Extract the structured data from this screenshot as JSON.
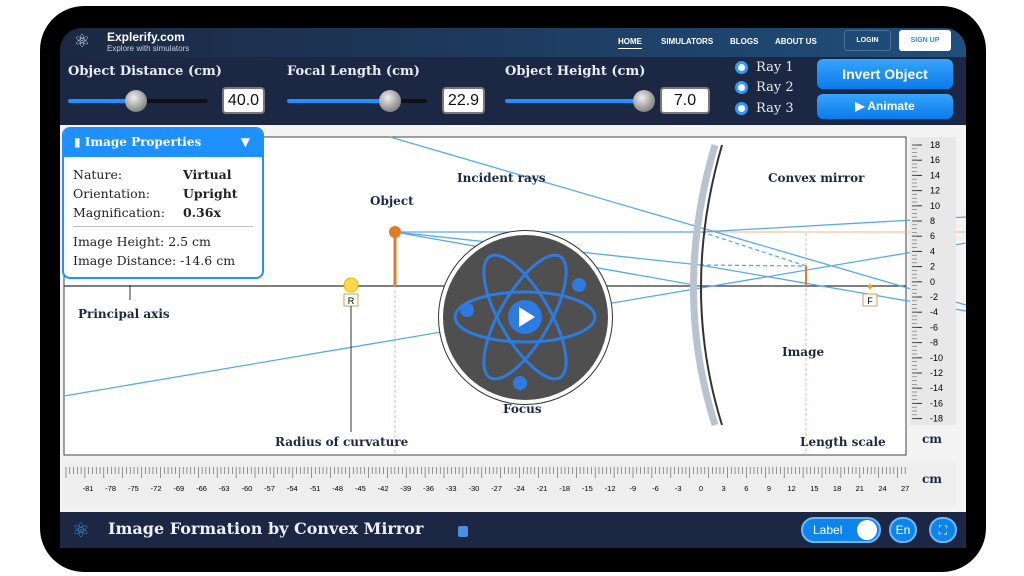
{
  "nav": {
    "brand": "Explerify.com",
    "tagline": "Explore with simulators",
    "links": [
      "HOME",
      "SIMULATORS",
      "BLOGS",
      "ABOUT US"
    ],
    "login": "LOGIN",
    "signup": "SIGN UP"
  },
  "controls": {
    "object_distance": {
      "label": "Object Distance (cm)",
      "value": "40.0",
      "fraction": 0.3
    },
    "focal_length": {
      "label": "Focal Length (cm)",
      "value": "22.9",
      "fraction": 0.7
    },
    "object_height": {
      "label": "Object Height (cm)",
      "value": "7.0",
      "fraction": 0.9
    },
    "rays": [
      "Ray 1",
      "Ray 2",
      "Ray 3"
    ],
    "invert_label": "Invert Object",
    "animate_label": "▶ Animate"
  },
  "panel": {
    "title": "Image Properties",
    "toggle": "▼",
    "rows": [
      {
        "k": "Nature:",
        "v": "Virtual"
      },
      {
        "k": "Orientation:",
        "v": "Upright"
      },
      {
        "k": "Magnification:",
        "v": "0.36x"
      }
    ],
    "height_label": "Image Height:",
    "height": "2.5 cm",
    "distance_label": "Image Distance:",
    "distance": "-14.6 cm"
  },
  "labels": {
    "object": "Object",
    "incident": "Incident rays",
    "mirror": "Convex mirror",
    "axis": "Principal axis",
    "image": "Image",
    "roc": "Radius of curvature",
    "focus": "Focus",
    "scale": "Length scale",
    "R": "R",
    "F": "F",
    "unit": "cm"
  },
  "vruler": [
    "18",
    "16",
    "14",
    "12",
    "10",
    "8",
    "6",
    "4",
    "2",
    "0",
    "-2",
    "-4",
    "-6",
    "-8",
    "-10",
    "-12",
    "-14",
    "-16",
    "-18"
  ],
  "hruler": [
    "-81",
    "-78",
    "-75",
    "-72",
    "-69",
    "-66",
    "-63",
    "-60",
    "-57",
    "-54",
    "-51",
    "-48",
    "-45",
    "-42",
    "-39",
    "-36",
    "-33",
    "-30",
    "-27",
    "-24",
    "-21",
    "-18",
    "-15",
    "-12",
    "-9",
    "-6",
    "-3",
    "0",
    "3",
    "6",
    "9",
    "12",
    "15",
    "18",
    "21",
    "24",
    "27"
  ],
  "footer": {
    "title": "Image Formation by Convex Mirror",
    "label_toggle": "Label",
    "lang": "En"
  },
  "colors": {
    "accent": "#1e90ff",
    "ray": "#5aa9e6",
    "object": "#e07b2a"
  }
}
